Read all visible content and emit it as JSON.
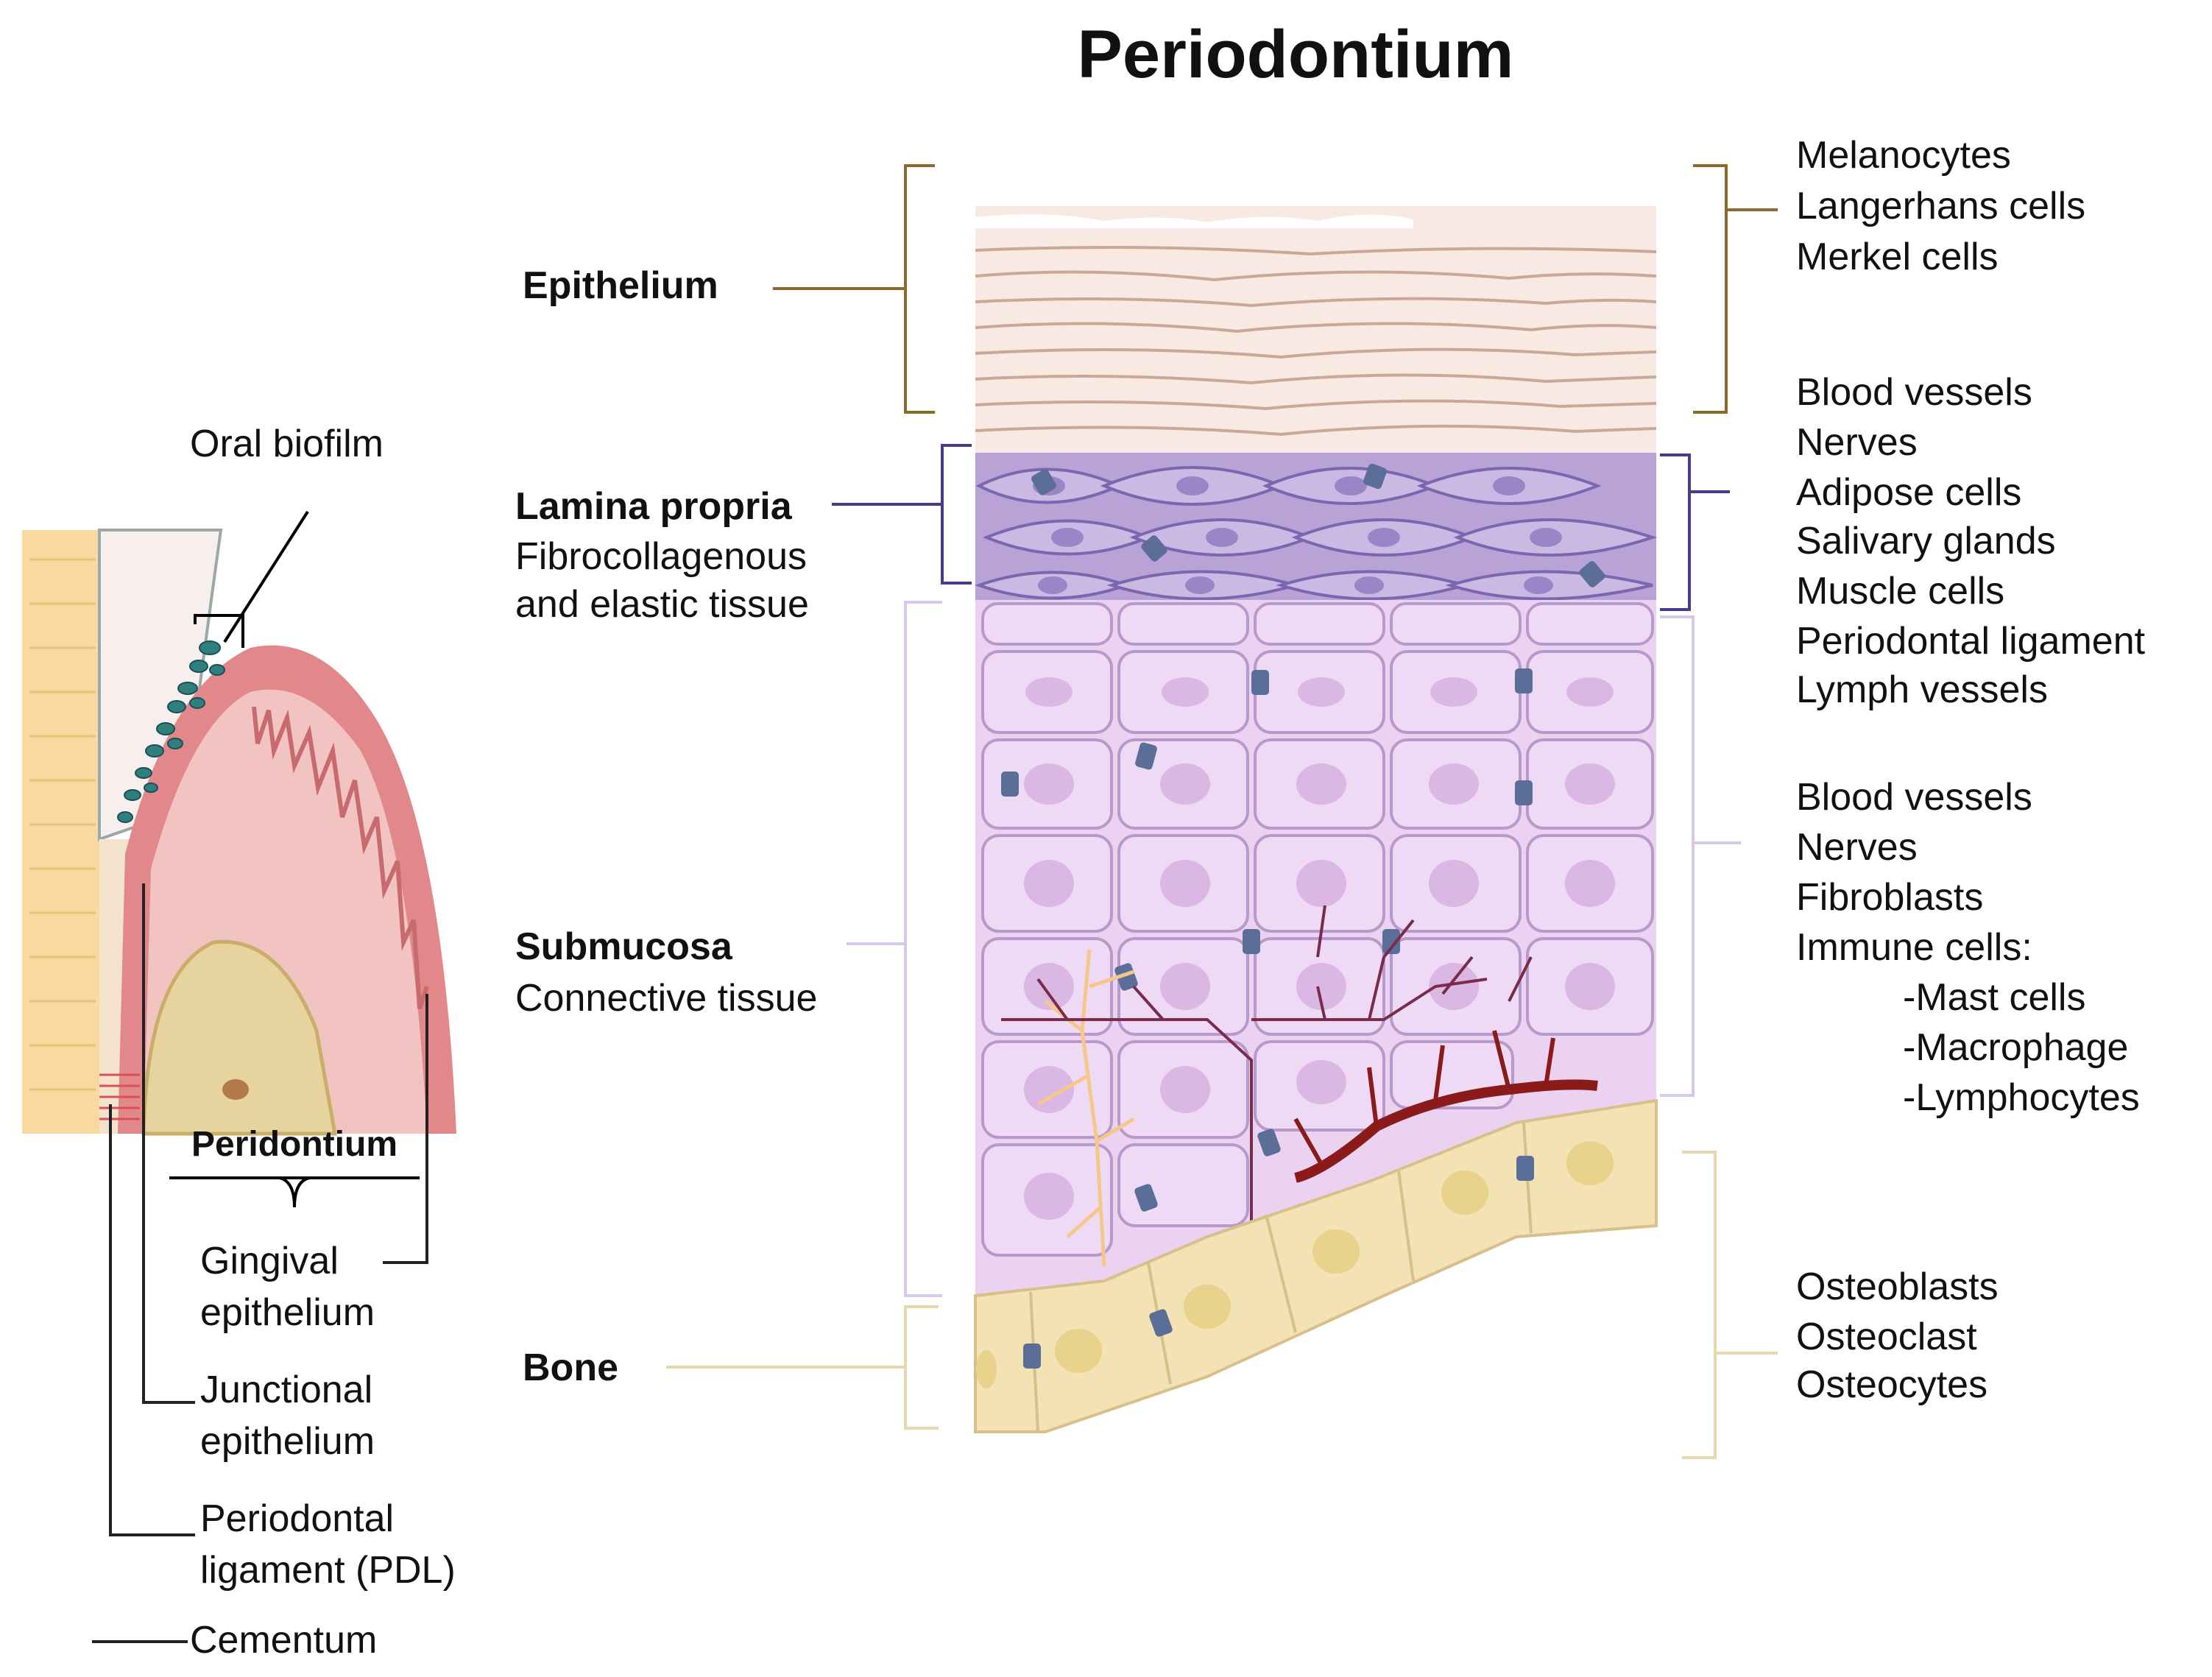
{
  "title": "Periodontium",
  "left_panel": {
    "oral_biofilm": "Oral biofilm",
    "peridontium": "Peridontium",
    "gingival_1": "Gingival",
    "gingival_2": "epithelium",
    "junctional_1": "Junctional",
    "junctional_2": "epithelium",
    "pdl_1": "Periodontal",
    "pdl_2": "ligament (PDL)",
    "cementum": "Cementum"
  },
  "layers": {
    "epithelium": "Epithelium",
    "lamina_propria": "Lamina propria",
    "lamina_desc_1": "Fibrocollagenous",
    "lamina_desc_2": "and elastic tissue",
    "submucosa": "Submucosa",
    "submucosa_desc": "Connective tissue",
    "bone": "Bone"
  },
  "right_lists": {
    "epithelium_cells": [
      "Melanocytes",
      "Langerhans cells",
      "Merkel cells"
    ],
    "lamina_components": [
      "Blood vessels",
      "Nerves",
      "Adipose cells",
      "Salivary glands",
      "Muscle cells",
      "Periodontal ligament",
      "Lymph vessels"
    ],
    "submucosa_components": [
      "Blood vessels",
      "Nerves",
      "Fibroblasts",
      "Immune cells:"
    ],
    "immune_cells": [
      "-Mast cells",
      "-Macrophage",
      "-Lymphocytes"
    ],
    "bone_cells": [
      "Osteoblasts",
      "Osteoclast",
      "Osteocytes"
    ]
  },
  "colors": {
    "epithelium": "#f7e6df",
    "epithelium_bracket": "#8b6a2e",
    "lamina": "#b9a3d6",
    "lamina_bracket": "#4b3a8c",
    "submucosa": "#ead0f0",
    "submucosa_bracket": "#d8c8e8",
    "bone": "#f2e2b4",
    "bone_bracket": "#e8d8b0",
    "gingiva": "#e88a8a",
    "vessel": "#8b1a1a"
  }
}
